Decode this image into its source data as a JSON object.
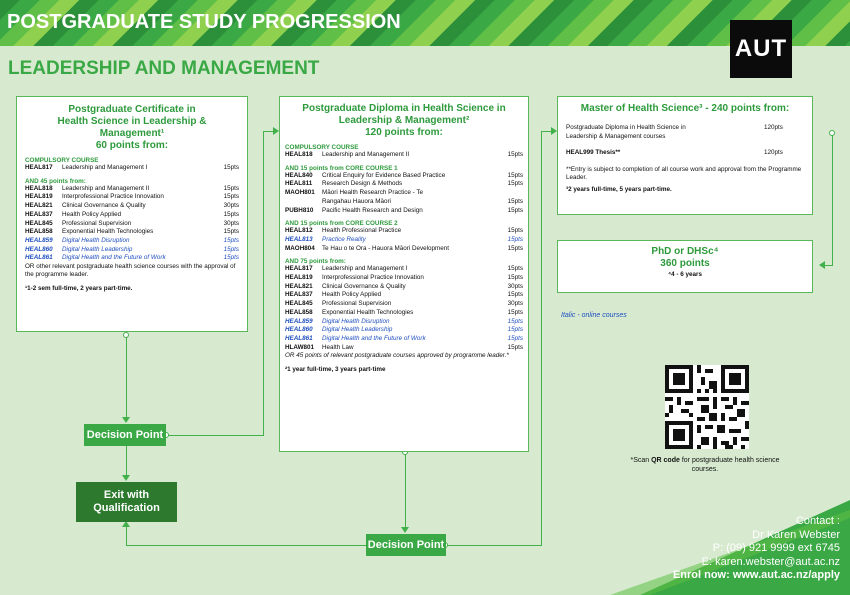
{
  "header": {
    "title": "POSTGRADUATE STUDY PROGRESSION",
    "logo": "AUT"
  },
  "subtitle": "LEADERSHIP AND MANAGEMENT",
  "cert": {
    "title1": "Postgraduate Certificate in",
    "title2": "Health Science in Leadership & Management¹",
    "points": "60 points from:",
    "compulsory_label": "COMPULSORY COURSE",
    "compulsory": [
      {
        "code": "HEAL817",
        "name": "Leadership and Management I",
        "pts": "15pts"
      }
    ],
    "and45_label": "AND 45 points from:",
    "and45": [
      {
        "code": "HEAL818",
        "name": "Leadership and Management II",
        "pts": "15pts"
      },
      {
        "code": "HEAL819",
        "name": "Interprofessional Practice Innovation",
        "pts": "15pts"
      },
      {
        "code": "HEAL821",
        "name": "Clinical Governance & Quality",
        "pts": "30pts"
      },
      {
        "code": "HEAL837",
        "name": "Health Policy Applied",
        "pts": "15pts"
      },
      {
        "code": "HEAL845",
        "name": "Professional Supervision",
        "pts": "30pts"
      },
      {
        "code": "HEAL858",
        "name": "Exponential Health Technologies",
        "pts": "15pts"
      },
      {
        "code": "HEAL859",
        "name": "Digital Health Disruption",
        "pts": "15pts",
        "online": true
      },
      {
        "code": "HEAL860",
        "name": "Digital Health Leadership",
        "pts": "15pts",
        "online": true
      },
      {
        "code": "HEAL861",
        "name": "Digital Health and the Future of Work",
        "pts": "15pts",
        "online": true
      }
    ],
    "or_note": "OR other relevant postgraduate health science courses with the approval of the programme leader.",
    "footnote": "¹1-2 sem full-time, 2 years part-time."
  },
  "diploma": {
    "title1": "Postgraduate Diploma in Health Science in",
    "title2": "Leadership & Management²",
    "points": "120 points from:",
    "compulsory_label": "COMPULSORY COURSE",
    "compulsory": [
      {
        "code": "HEAL818",
        "name": "Leadership and Management II",
        "pts": "15pts"
      }
    ],
    "core1_label": "AND 15 points from CORE COURSE 1",
    "core1": [
      {
        "code": "HEAL840",
        "name": "Critical Enquiry for Evidence Based Practice",
        "pts": "15pts"
      },
      {
        "code": "HEAL811",
        "name": "Research Design & Methods",
        "pts": "15pts"
      },
      {
        "code": "MAOH801",
        "name": "Māori Health Research Practice - Te",
        "pts": ""
      },
      {
        "code": "",
        "name": "Rangahau Hauora Māori",
        "pts": "15pts"
      },
      {
        "code": "PUBH810",
        "name": "Pacific Health Research and Design",
        "pts": "15pts"
      }
    ],
    "core2_label": "AND 15 points from CORE COURSE 2",
    "core2": [
      {
        "code": "HEAL812",
        "name": "Health Professional Practice",
        "pts": "15pts"
      },
      {
        "code": "HEAL813",
        "name": "Practice Reality",
        "pts": "15pts",
        "online": true
      },
      {
        "code": "MAOH804",
        "name": "Te Hau o te Ora - Hauora Māori Development",
        "pts": "15pts"
      }
    ],
    "and75_label": "AND 75 points from:",
    "and75": [
      {
        "code": "HEAL817",
        "name": "Leadership and Management I",
        "pts": "15pts"
      },
      {
        "code": "HEAL819",
        "name": "Interprofessional Practice Innovation",
        "pts": "15pts"
      },
      {
        "code": "HEAL821",
        "name": "Clinical Governance & Quality",
        "pts": "30pts"
      },
      {
        "code": "HEAL837",
        "name": "Health Policy Applied",
        "pts": "15pts"
      },
      {
        "code": "HEAL845",
        "name": "Professional Supervision",
        "pts": "30pts"
      },
      {
        "code": "HEAL858",
        "name": "Exponential Health Technologies",
        "pts": "15pts"
      },
      {
        "code": "HEAL859",
        "name": "Digital Health Disruption",
        "pts": "15pts",
        "online": true
      },
      {
        "code": "HEAL860",
        "name": "Digital Health Leadership",
        "pts": "15pts",
        "online": true
      },
      {
        "code": "HEAL861",
        "name": "Digital Health and the Future of Work",
        "pts": "15pts",
        "online": true
      },
      {
        "code": "HLAW801",
        "name": "Health Law",
        "pts": "15pts"
      }
    ],
    "or_note": "OR 45 points of relevant postgraduate courses approved by programme leader.*",
    "footnote": "²1 year full-time, 3 years part-time"
  },
  "master": {
    "title_a": "Master of Health Science³",
    "title_b": " - 240 points from:",
    "rows": [
      {
        "name": "Postgraduate Diploma in Health Science in Leadership & Management courses",
        "pts": "120pts"
      },
      {
        "name": "HEAL999   Thesis**",
        "pts": "120pts"
      }
    ],
    "note": "**Entry is subject to completion of all course work and approval from the Programme Leader.",
    "footnote": "³2 years full-time, 5 years part-time."
  },
  "phd": {
    "title": "PhD or DHSc⁴",
    "points": "360 points",
    "footnote": "⁴4 - 6 years"
  },
  "legend_italic": "Italic - online courses",
  "qr": {
    "caption_a": "*Scan ",
    "caption_b": "QR code",
    "caption_c": " for postgraduate health science courses."
  },
  "decision1": "Decision Point",
  "decision2": "Decision Point",
  "exit": "Exit with Qualification",
  "contact": {
    "heading": "Contact :",
    "name": "Dr Karen Webster",
    "phone": "P: (09) 921 9999 ext 6745",
    "email": "E: karen.webster@aut.ac.nz",
    "enrol": "Enrol now: www.aut.ac.nz/apply"
  },
  "colors": {
    "green": "#3aa845",
    "dark_green": "#2d7a2f",
    "online_blue": "#1f4fbf"
  }
}
